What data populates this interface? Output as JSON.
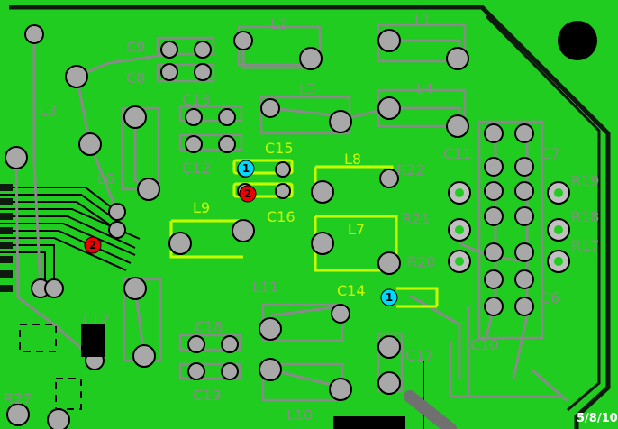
{
  "board": {
    "date_stamp": "5/8/10",
    "colors": {
      "copper": "#1fcc1f",
      "outline": "#000000",
      "silkscreen": "#8a8a8a",
      "highlight": "#c8ff00",
      "pad": "#a8a8a8",
      "via_ring": "#c0c0c0",
      "marker_blue": "#00d8ff",
      "marker_red": "#ee0000",
      "bottom_dark": "#0e1a0e"
    },
    "labels": {
      "L1": "L1",
      "L2": "L2",
      "L3": "L3",
      "L4": "L4",
      "L5": "L5",
      "L6": "L6",
      "L7": "L7",
      "L8": "L8",
      "L9": "L9",
      "L10": "L10",
      "L11": "L11",
      "L12": "L12",
      "C6": "C6",
      "C7": "C7",
      "C8": "C8",
      "C9": "C9",
      "C10": "C10",
      "C11": "C11",
      "C12": "C12",
      "C13": "C13",
      "C14": "C14",
      "C15": "C15",
      "C16": "C16",
      "C17": "C17",
      "C18": "C18",
      "C19": "C19",
      "R17": "R17",
      "R18": "R18",
      "R19": "R19",
      "R20": "R20",
      "R21": "R21",
      "R22": "R22",
      "R27": "R27"
    },
    "markers": [
      {
        "id": "marker-1-top",
        "text": "1",
        "color": "blue"
      },
      {
        "id": "marker-2-top",
        "text": "2",
        "color": "red"
      },
      {
        "id": "marker-2-left",
        "text": "2",
        "color": "red"
      },
      {
        "id": "marker-1-right",
        "text": "1",
        "color": "blue"
      }
    ]
  }
}
